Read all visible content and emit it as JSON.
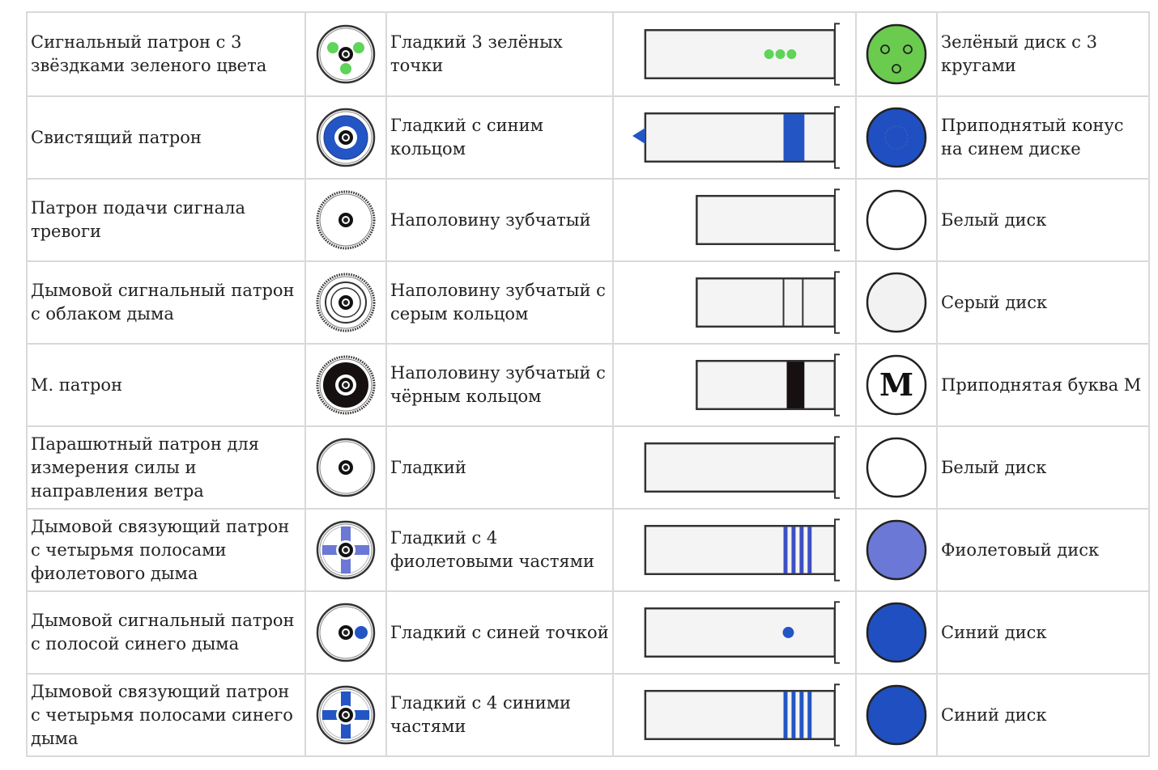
{
  "rows": [
    {
      "name": "Сигнальный патрон с 3 звёздками зеленого цвета",
      "top_marking": "green-3-dots-icon",
      "top_desc": "Гладкий 3 зелёных точки",
      "side_marking": "green-3-dots-side-icon",
      "disk_marking": "green-disk-3-circles-icon",
      "disk_desc": "Зелёный диск с 3 кругами"
    },
    {
      "name": "Свистящий патрон",
      "top_marking": "blue-ring-icon",
      "top_desc": "Гладкий с синим кольцом",
      "side_marking": "blue-ring-side-icon",
      "disk_marking": "blue-cone-disk-icon",
      "disk_desc": "Приподнятый конус на синем диске"
    },
    {
      "name": "Патрон подачи сигнала тревоги",
      "top_marking": "half-serrated-icon",
      "top_desc": "Наполовину зубчатый",
      "side_marking": "half-serrated-side-icon",
      "disk_marking": "white-disk-icon",
      "disk_desc": "Белый диск"
    },
    {
      "name": "Дымовой сигнальный патрон с облаком дыма",
      "top_marking": "half-serrated-grey-ring-icon",
      "top_desc": "Наполовину зубчатый с серым кольцом",
      "side_marking": "half-serrated-grey-ring-side-icon",
      "disk_marking": "grey-disk-icon",
      "disk_desc": "Серый диск"
    },
    {
      "name": "М. патрон",
      "top_marking": "half-serrated-black-ring-icon",
      "top_desc": "Наполовину зубчатый с чёрным кольцом",
      "side_marking": "half-serrated-black-ring-side-icon",
      "disk_marking": "raised-letter-m-icon",
      "disk_letter": "M",
      "disk_desc": "Приподнятая буква М"
    },
    {
      "name": "Парашютный патрон для измерения силы и направления ветра",
      "top_marking": "smooth-icon",
      "top_desc": "Гладкий",
      "side_marking": "smooth-side-icon",
      "disk_marking": "white-disk-icon",
      "disk_desc": "Белый диск"
    },
    {
      "name": "Дымовой связующий патрон с четырьмя полосами фиолетового дыма",
      "top_marking": "violet-4-parts-icon",
      "top_desc": "Гладкий с 4 фиолетовыми частями",
      "side_marking": "violet-stripes-side-icon",
      "disk_marking": "violet-disk-icon",
      "disk_desc": "Фиолетовый диск"
    },
    {
      "name": "Дымовой сигнальный патрон с полосой синего дыма",
      "top_marking": "blue-dot-icon",
      "top_desc": "Гладкий с синей точкой",
      "side_marking": "blue-dot-side-icon",
      "disk_marking": "blue-disk-icon",
      "disk_desc": "Синий диск"
    },
    {
      "name": "Дымовой связующий патрон с четырьмя полосами синего дыма",
      "top_marking": "blue-4-parts-icon",
      "top_desc": "Гладкий с 4 синими частями",
      "side_marking": "blue-stripes-side-icon",
      "disk_marking": "blue-disk-icon",
      "disk_desc": "Синий диск"
    }
  ],
  "colors": {
    "green": "#5fd35a",
    "green_disk": "#6acb4e",
    "blue": "#2356c4",
    "blue_disk": "#1f4fc0",
    "violet": "#6b78d6",
    "violet_dark": "#3d4fc2",
    "black": "#161010",
    "grid": "#d9d9d9",
    "outline": "#555555"
  }
}
